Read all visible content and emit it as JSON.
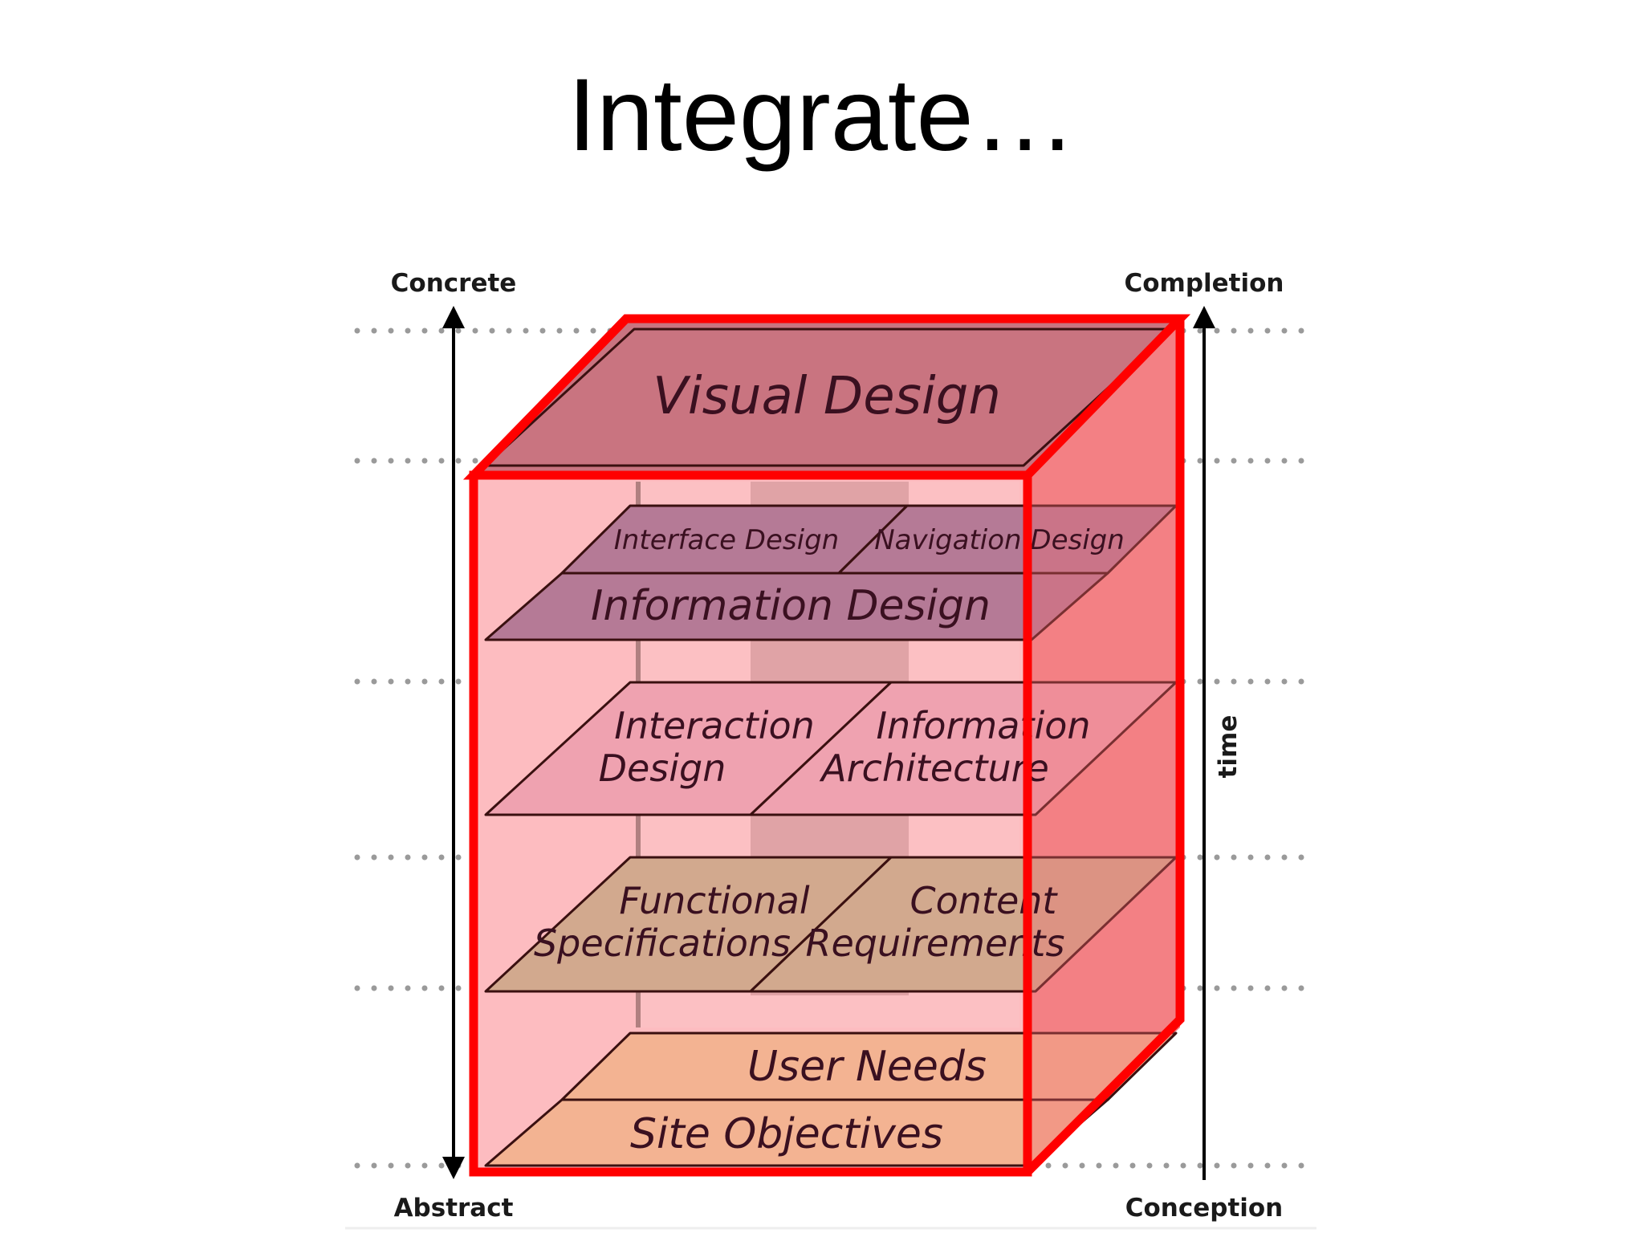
{
  "slide": {
    "title": "Integrate…"
  },
  "axes": {
    "concrete": "Concrete",
    "abstract": "Abstract",
    "completion": "Completion",
    "conception": "Conception",
    "time": "time"
  },
  "planes": {
    "visual_design": "Visual Design",
    "interface_design": "Interface Design",
    "navigation_design": "Navigation Design",
    "information_design": "Information Design",
    "interaction_design_1": "Interaction",
    "interaction_design_2": "Design",
    "information_architecture_1": "Information",
    "information_architecture_2": "Architecture",
    "functional_specifications_1": "Functional",
    "functional_specifications_2": "Specifications",
    "content_requirements_1": "Content",
    "content_requirements_2": "Requirements",
    "user_needs": "User Needs",
    "site_objectives": "Site Objectives"
  },
  "colors": {
    "highlight_red": "#ff0000",
    "visual_plane": "#c97480",
    "info_plane": "#b57a96",
    "interaction_plane": "#efa2b0",
    "functional_plane": "#d2a98e",
    "user_plane": "#f3b392",
    "cube_fill": "#fdbcc0",
    "side_fill": "#f58d90"
  }
}
